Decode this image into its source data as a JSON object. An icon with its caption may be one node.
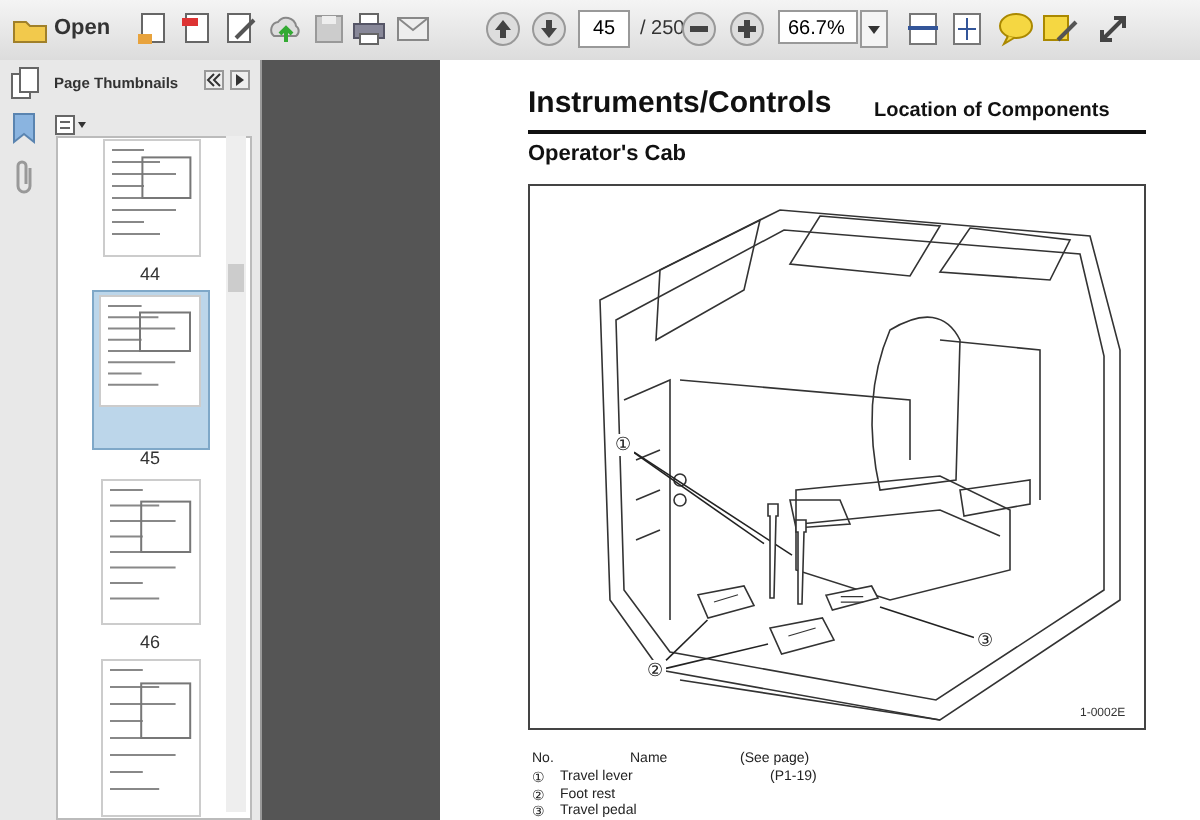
{
  "diagram": {
    "title": "Instruments/Controls",
    "nodes": [
      {
        "text": [
          "①"
        ]
      },
      {
        "text": [],
        "shape": "picture"
      },
      {
        "text": [],
        "shape": "picture"
      },
      {
        "text": [
          "②"
        ]
      },
      {
        "text": [],
        "shape": "picture"
      },
      {
        "text": [],
        "shape": "picture"
      },
      {
        "text": [
          "③"
        ]
      },
      {
        "text": [],
        "shape": "picture"
      }
    ],
    "edges": [
      {
        "from": 0,
        "to": 1,
        "arrow": "none"
      },
      {
        "from": 0,
        "to": 2,
        "arrow": "none"
      },
      {
        "from": 3,
        "to": 4,
        "arrow": "none"
      },
      {
        "from": 3,
        "to": 5,
        "arrow": "none"
      },
      {
        "from": 6,
        "to": 7,
        "arrow": "none"
      }
    ],
    "labels": [
      "Open",
      "45",
      "/ 250",
      "66.7%",
      "Page Thumbnails",
      "44",
      "45",
      "46",
      "Location of Components",
      "Operator's Cab",
      "1-0002E",
      "No.",
      "Name",
      "(See page)",
      "①",
      "Travel lever",
      "(P1-19)",
      "②",
      "Foot rest",
      "③",
      "Travel pedal"
    ]
  }
}
